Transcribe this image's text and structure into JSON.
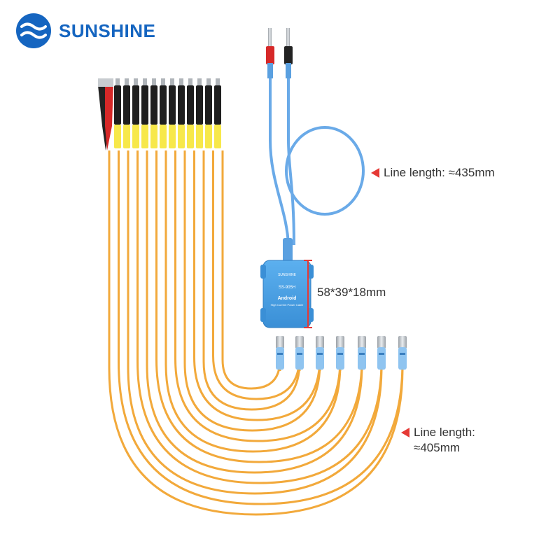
{
  "brand": {
    "name": "SUNSHINE",
    "logo_icon": "sunshine-wave-logo-icon",
    "color": "#1565c0"
  },
  "annotations": {
    "power_cable_length": "Line length: ≈435mm",
    "module_size": "58*39*18mm",
    "wire_length_line1": "Line length:",
    "wire_length_line2": "≈405mm",
    "marker_color": "#e53935"
  },
  "product": {
    "module_brand": "SUNSHINE",
    "module_model": "SS-905H",
    "module_label": "Android",
    "module_subtitle": "High Current Power Cable",
    "module_color": "#4ea3e6",
    "cable_color": "#6aaae8",
    "wire_color": "#f2a93b",
    "heatshrink_color": "#f7e84a",
    "banana_plug_colors": [
      "#d62828",
      "#222222"
    ],
    "alligator_clip_colors": [
      "#d62828",
      "#222222"
    ],
    "connector_count": 13,
    "usb_c_plug_count": 7
  },
  "icons": [
    "red-triangle-marker-icon",
    "dimension-bracket-icon"
  ]
}
